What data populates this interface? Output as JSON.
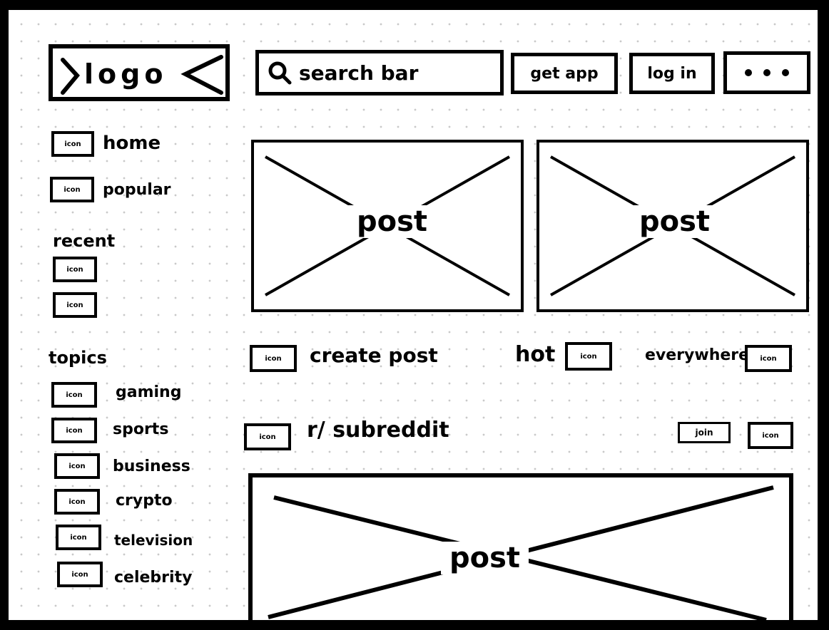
{
  "header": {
    "logo_text": "logo",
    "search_label": "search bar",
    "get_app_label": "get app",
    "log_in_label": "log in"
  },
  "sidebar": {
    "nav": [
      {
        "icon": "icon",
        "label": "home"
      },
      {
        "icon": "icon",
        "label": "popular"
      }
    ],
    "recent_title": "recent",
    "recent": [
      {
        "icon": "icon"
      },
      {
        "icon": "icon"
      }
    ],
    "topics_title": "topics",
    "topics": [
      {
        "icon": "icon",
        "label": "gaming"
      },
      {
        "icon": "icon",
        "label": "sports"
      },
      {
        "icon": "icon",
        "label": "business"
      },
      {
        "icon": "icon",
        "label": "crypto"
      },
      {
        "icon": "icon",
        "label": "television"
      },
      {
        "icon": "icon",
        "label": "celebrity"
      }
    ]
  },
  "main": {
    "featured_posts": [
      {
        "label": "post"
      },
      {
        "label": "post"
      }
    ],
    "toolbar": {
      "create_icon": "icon",
      "create_label": "create post",
      "sort_label": "hot",
      "sort_icon": "icon",
      "scope_label": "everywhere",
      "scope_icon": "icon"
    },
    "subreddit_row": {
      "icon": "icon",
      "name": "r/ subreddit",
      "join_label": "join",
      "more_icon": "icon"
    },
    "feed_post": {
      "label": "post"
    }
  }
}
